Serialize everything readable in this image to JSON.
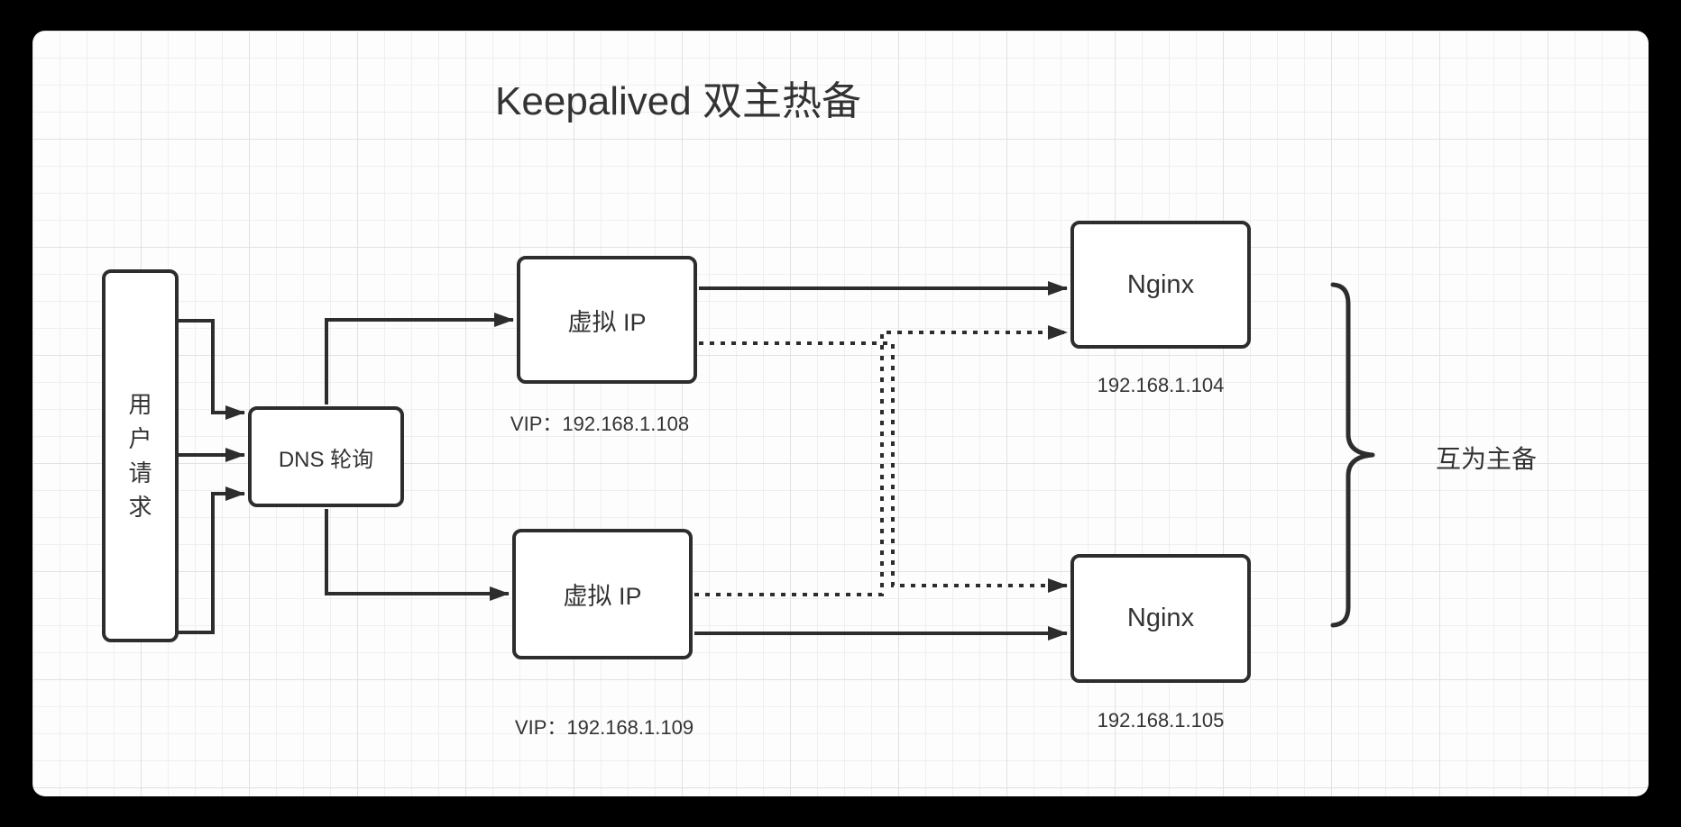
{
  "title": "Keepalived 双主热备",
  "colors": {
    "stroke": "#2d2d2d",
    "text": "#333333",
    "canvas_background": "#fdfdfd",
    "outer_background": "#000000"
  },
  "nodes": {
    "user": {
      "label": "用户请求"
    },
    "dns": {
      "label": "DNS 轮询"
    },
    "vip_top": {
      "label": "虚拟 IP",
      "caption": "VIP：192.168.1.108"
    },
    "vip_bottom": {
      "label": "虚拟 IP",
      "caption": "VIP：192.168.1.109"
    },
    "nginx_top": {
      "label": "Nginx",
      "caption": "192.168.1.104"
    },
    "nginx_bottom": {
      "label": "Nginx",
      "caption": "192.168.1.105"
    }
  },
  "annotation": {
    "brace_label": "互为主备"
  }
}
